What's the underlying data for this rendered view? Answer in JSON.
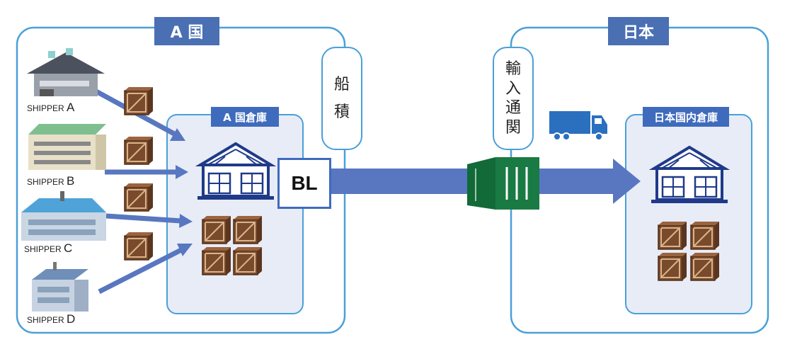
{
  "regions": {
    "origin": {
      "title": "A 国",
      "warehouse_label": "A 国倉庫"
    },
    "destination": {
      "title": "日本",
      "warehouse_label": "日本国内倉庫"
    }
  },
  "steps": {
    "loading": [
      "船",
      "積"
    ],
    "import_clearance": [
      "輸",
      "入",
      "通",
      "関"
    ]
  },
  "document": {
    "label": "BL"
  },
  "shippers": [
    {
      "prefix": "SHIPPER ",
      "letter": "A"
    },
    {
      "prefix": "SHIPPER ",
      "letter": "B"
    },
    {
      "prefix": "SHIPPER ",
      "letter": "C"
    },
    {
      "prefix": "SHIPPER ",
      "letter": "D"
    }
  ],
  "colors": {
    "region_border": "#4aa0d8",
    "tab_blue": "#4a6fb3",
    "arrow_blue": "#5877c0",
    "warehouse_bg": "#e8ecf7",
    "crate": "#7a4a2c",
    "container": "#1a7a43",
    "truck": "#2b6fbf"
  }
}
